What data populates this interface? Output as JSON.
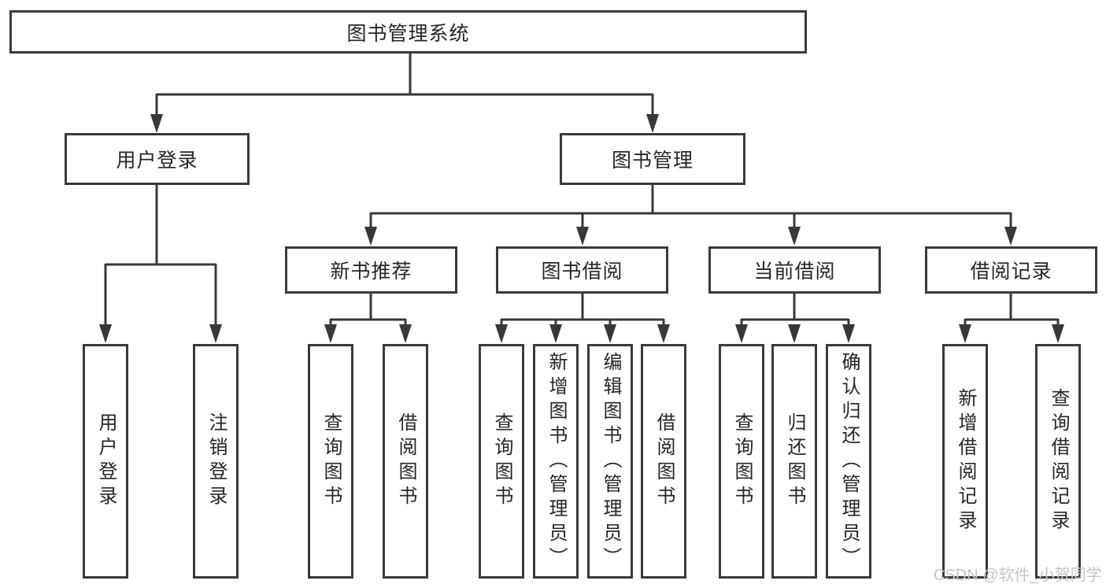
{
  "diagram": {
    "root": {
      "label": "图书管理系统"
    },
    "user_login": {
      "label": "用户登录",
      "children": [
        {
          "label": "用户登录"
        },
        {
          "label": "注销登录"
        }
      ]
    },
    "book_management": {
      "label": "图书管理",
      "sections": [
        {
          "label": "新书推荐",
          "children": [
            {
              "label": "查询图书"
            },
            {
              "label": "借阅图书"
            }
          ]
        },
        {
          "label": "图书借阅",
          "children": [
            {
              "label": "查询图书"
            },
            {
              "label": "新增图书（管理员）"
            },
            {
              "label": "编辑图书（管理员）"
            },
            {
              "label": "借阅图书"
            }
          ]
        },
        {
          "label": "当前借阅",
          "children": [
            {
              "label": "查询图书"
            },
            {
              "label": "归还图书"
            },
            {
              "label": "确认归还（管理员）"
            }
          ]
        },
        {
          "label": "借阅记录",
          "children": [
            {
              "label": "新增借阅记录"
            },
            {
              "label": "查询借阅记录"
            }
          ]
        }
      ]
    }
  },
  "watermark": {
    "text": "CSDN @软件_小贺同学"
  },
  "colors": {
    "line": "#383838",
    "text": "#262626",
    "watermark": "#c5c5c5",
    "background": "#ffffff"
  }
}
